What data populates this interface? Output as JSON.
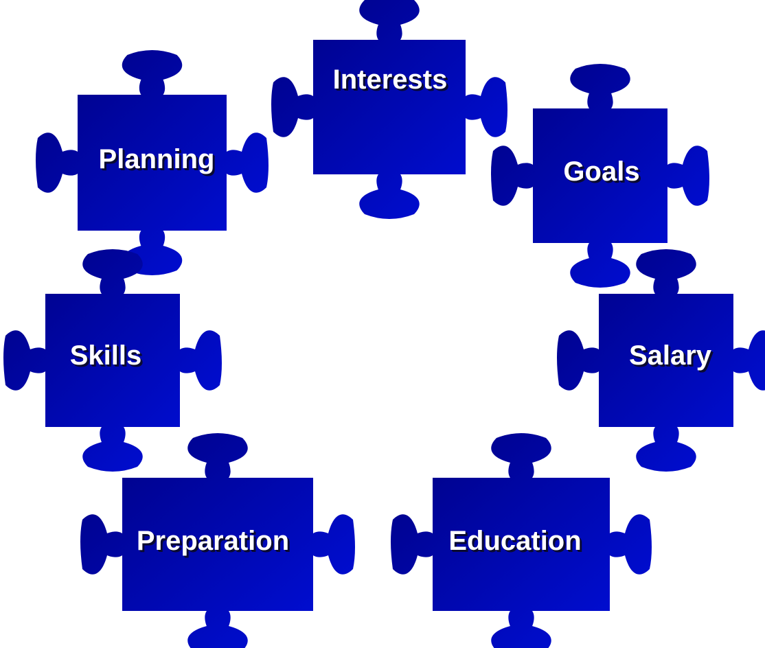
{
  "diagram": {
    "pieces": [
      {
        "name": "planning",
        "label": "Planning"
      },
      {
        "name": "interests",
        "label": "Interests"
      },
      {
        "name": "goals",
        "label": "Goals"
      },
      {
        "name": "skills",
        "label": "Skills"
      },
      {
        "name": "salary",
        "label": "Salary"
      },
      {
        "name": "preparation",
        "label": "Preparation"
      },
      {
        "name": "education",
        "label": "Education"
      }
    ],
    "colors": {
      "piece_dark": "#000080",
      "piece_light": "#0010e0",
      "text": "#ffffff",
      "text_shadow": "#0a0a30",
      "background": "#ffffff"
    }
  }
}
